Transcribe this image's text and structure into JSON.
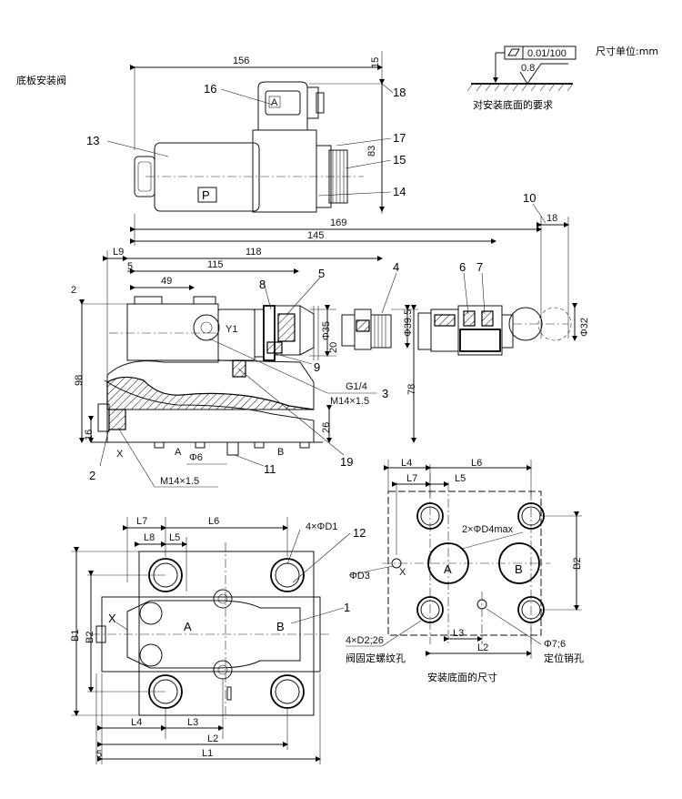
{
  "header": {
    "valve_type": "底板安装阀",
    "unit": "尺寸单位:mm",
    "flatness": "0.01/100",
    "roughness": "0.8",
    "mount_req": "对安装底面的要求"
  },
  "top_view_dims": {
    "d156": "156",
    "d15": "15",
    "d83": "83",
    "d169": "169",
    "d145": "145",
    "d18": "18"
  },
  "elevation_dims": {
    "L9": "L9",
    "d118": "118",
    "d5": "5",
    "d115": "115",
    "d49": "49",
    "d2": "2",
    "d98": "98",
    "d16": "16",
    "d78": "78",
    "d26": "26",
    "d20": "20",
    "phi35": "Φ35",
    "phi39_5": "Φ39.5",
    "phi32": "Φ32",
    "phi6": "Φ6",
    "g14": "G1/4",
    "m14a": "M14×1.5",
    "m14b": "M14×1.5",
    "A": "A",
    "B": "B",
    "X": "X",
    "Y1": "Y1"
  },
  "callouts": {
    "c1": "1",
    "c2": "2",
    "c3": "3",
    "c4": "4",
    "c5": "5",
    "c6": "6",
    "c7": "7",
    "c8": "8",
    "c9": "9",
    "c10": "10",
    "c11": "11",
    "c12": "12",
    "c13": "13",
    "c14": "14",
    "c15": "15",
    "c16": "16",
    "c17": "17",
    "c18": "18",
    "c19": "19"
  },
  "plan_dims": {
    "L7": "L7",
    "L8": "L8",
    "L5": "L5",
    "L6": "L6",
    "d4phiD1": "4×ΦD1",
    "X": "X",
    "A": "A",
    "B": "B",
    "B1": "B1",
    "B2": "B2",
    "L4": "L4",
    "L3": "L3",
    "L2": "L2",
    "L1": "L1",
    "d5": "5"
  },
  "mount_face": {
    "L4": "L4",
    "L6": "L6",
    "L7": "L7",
    "L5": "L5",
    "d2phiD4": "2×ΦD4max",
    "phiD3": "ΦD3",
    "X": "X",
    "A": "A",
    "B": "B",
    "B2": "B2",
    "d4xD2": "4×D2;26",
    "bolt_holes": "阀固定螺纹孔",
    "L3": "L3",
    "L2": "L2",
    "phi7": "Φ7;6",
    "pin_hole": "定位销孔",
    "caption": "安装底面的尺寸"
  },
  "labels": {
    "P": "P",
    "coil_A": "A"
  }
}
